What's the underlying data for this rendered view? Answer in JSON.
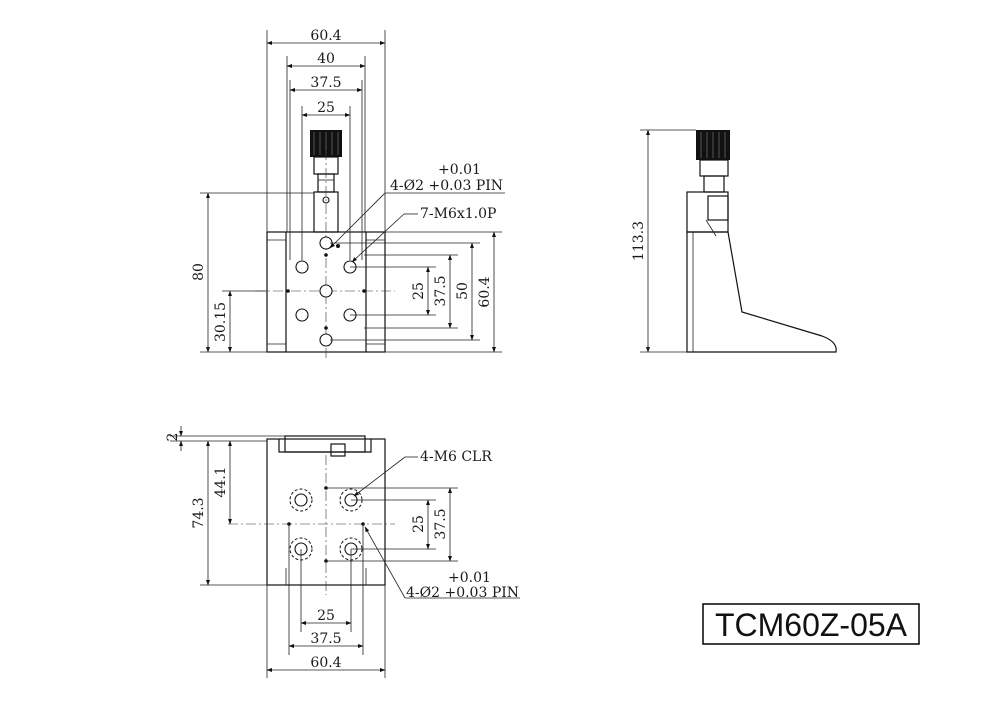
{
  "front_view": {
    "dims": {
      "overall_width": "60.4",
      "width_40": "40",
      "width_37_5": "37.5",
      "width_25": "25",
      "height_80": "80",
      "height_30_15": "30.15",
      "right_25": "25",
      "right_37_5": "37.5",
      "right_50": "50",
      "right_60_4": "60.4"
    },
    "notes": {
      "pin_tol": "+0.01",
      "pin_spec": "4-Ø2 +0.03 PIN",
      "tap_spec": "7-M6x1.0P"
    }
  },
  "side_view": {
    "dims": {
      "height_113_3": "113.3"
    }
  },
  "bottom_view": {
    "dims": {
      "offset_2": "2",
      "height_74_3": "74.3",
      "height_44_1": "44.1",
      "right_25": "25",
      "right_37_5": "37.5",
      "width_25": "25",
      "width_37_5": "37.5",
      "width_60_4": "60.4"
    },
    "notes": {
      "clr_spec": "4-M6 CLR",
      "pin_tol": "+0.01",
      "pin_spec": "4-Ø2 +0.03 PIN"
    }
  },
  "title_block": {
    "model": "TCM60Z-05A"
  }
}
